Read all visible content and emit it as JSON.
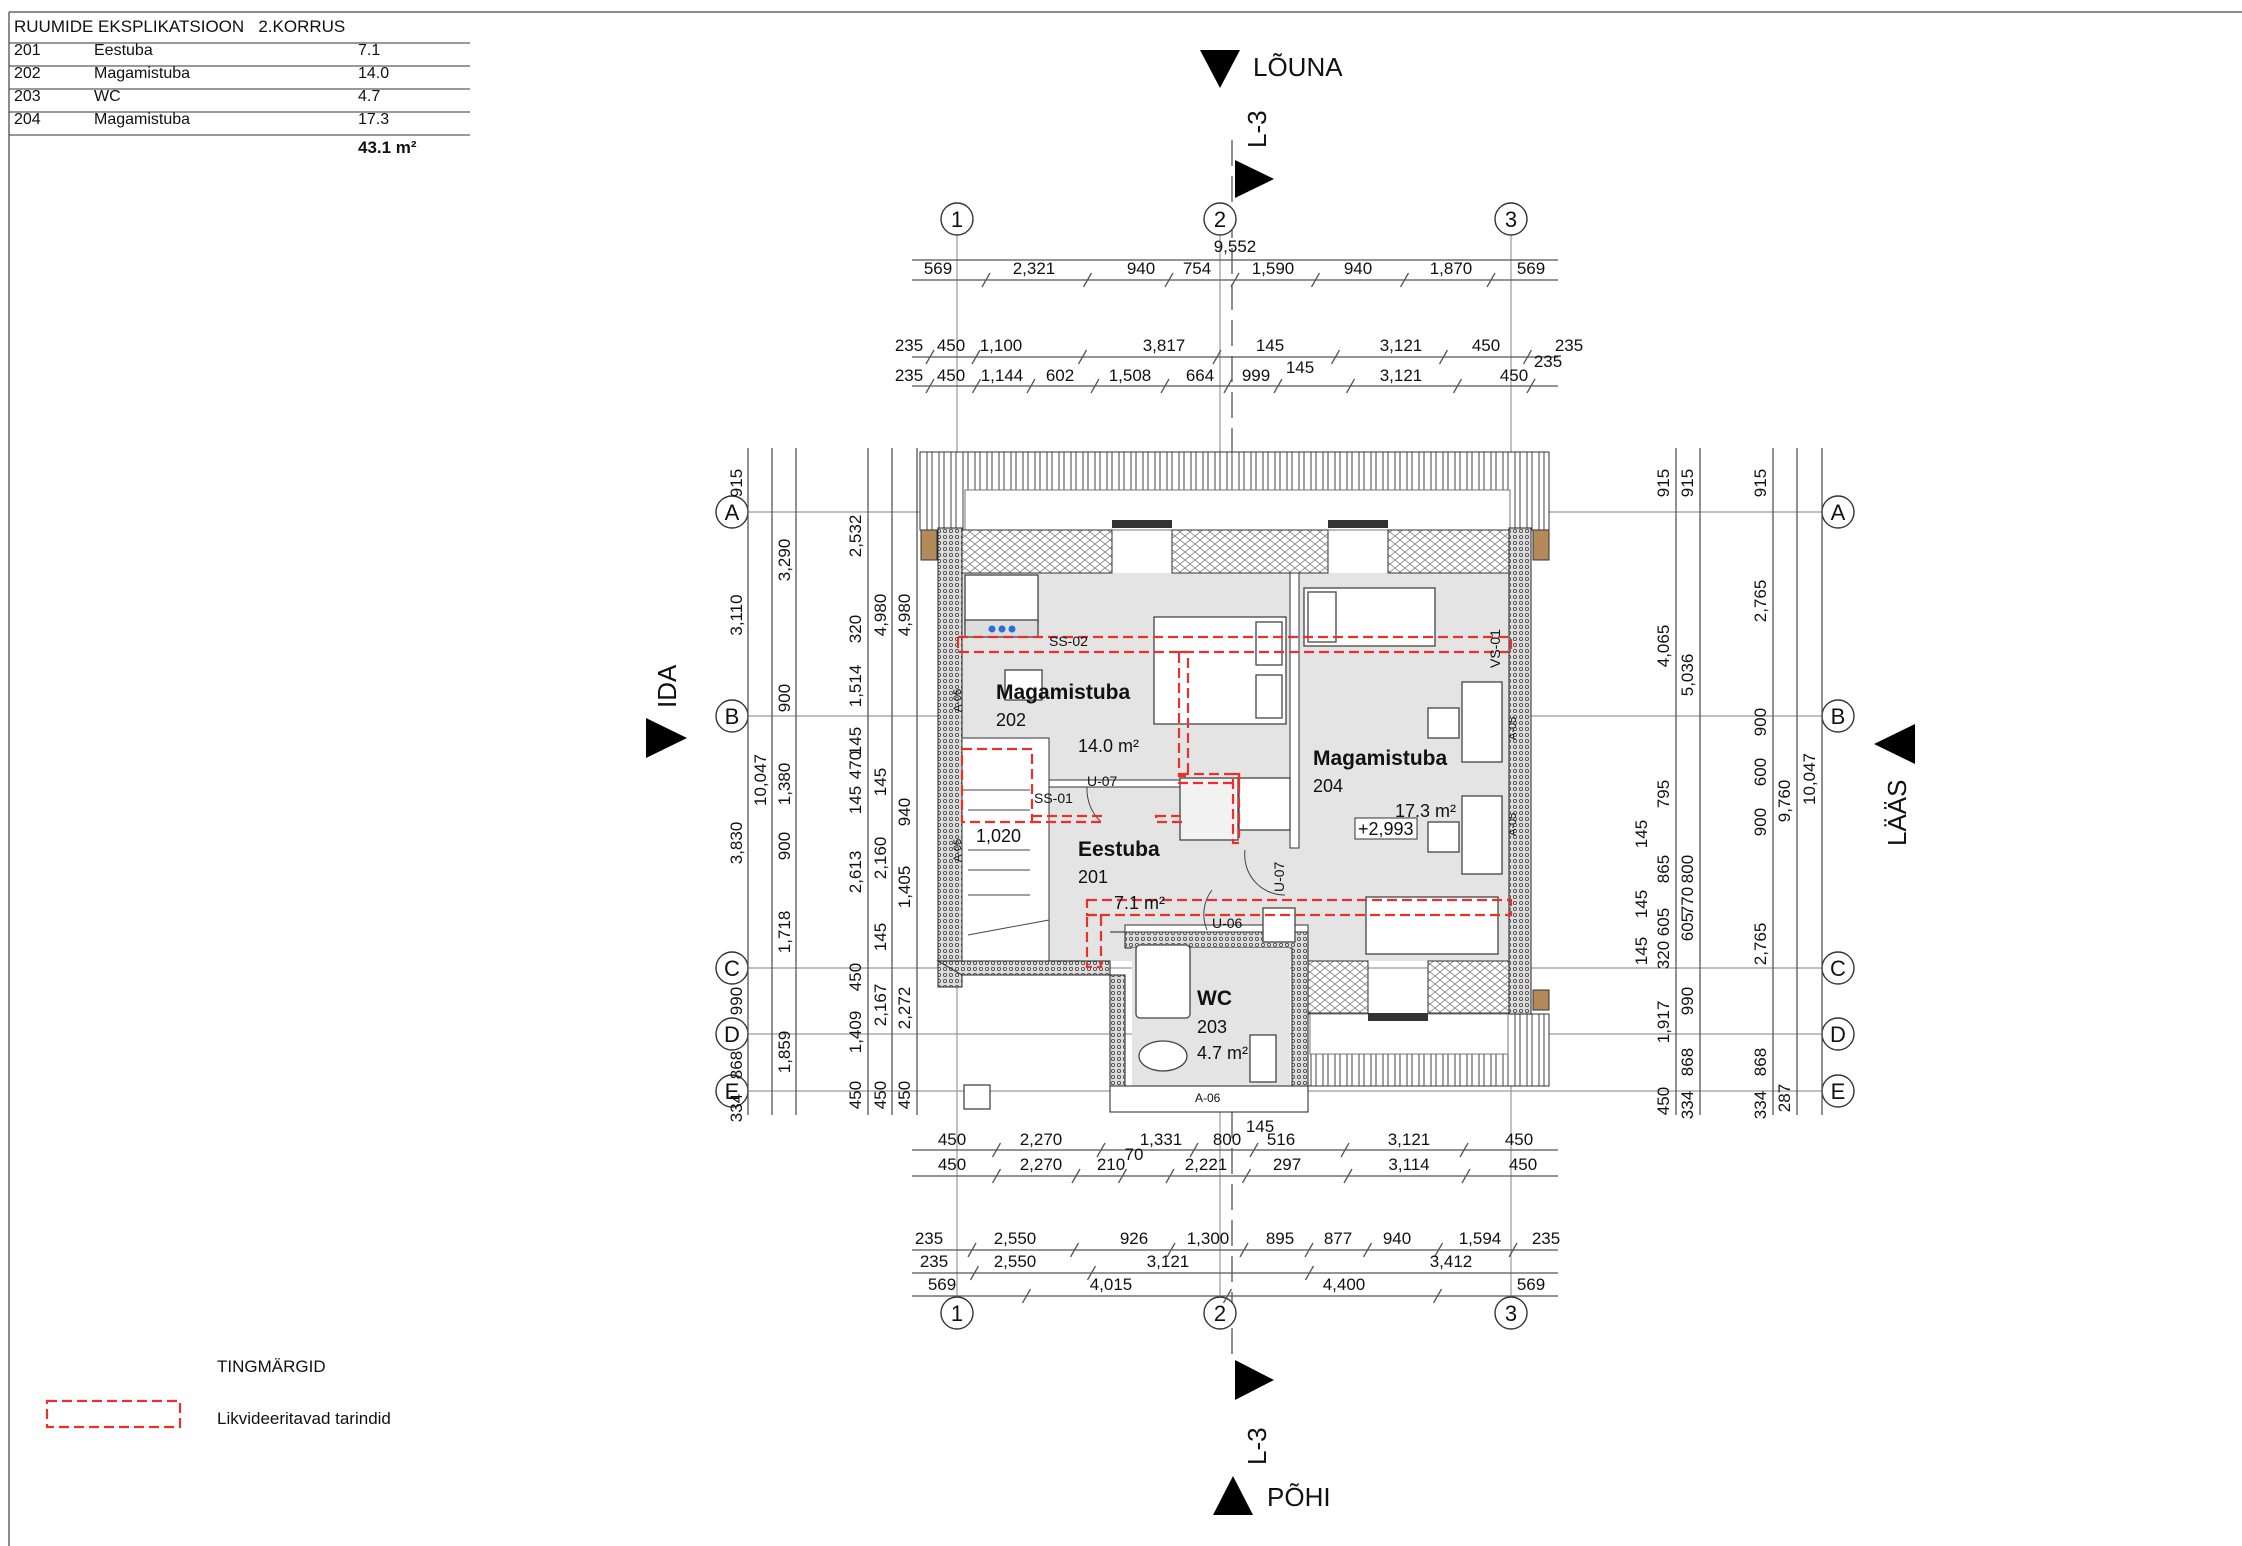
{
  "schedule": {
    "title": "RUUMIDE EKSPLIKATSIOON   2.KORRUS",
    "rows": [
      {
        "no": "201",
        "name": "Eestuba",
        "area": "7.1"
      },
      {
        "no": "202",
        "name": "Magamistuba",
        "area": "14.0"
      },
      {
        "no": "203",
        "name": "WC",
        "area": "4.7"
      },
      {
        "no": "204",
        "name": "Magamistuba",
        "area": "17.3"
      }
    ],
    "total": "43.1 m²"
  },
  "legend": {
    "title": "TINGMÄRGID",
    "items": [
      {
        "label": "Likvideeritavad tarindid",
        "color": "#e8312a"
      }
    ]
  },
  "directions": {
    "south": "LÕUNA",
    "north": "PÕHI",
    "east": "IDA",
    "west": "LÄÄS",
    "section_top": "L-3",
    "section_bottom": "L-3"
  },
  "grid": {
    "columns": [
      "1",
      "2",
      "3"
    ],
    "rows": [
      "A",
      "B",
      "C",
      "D",
      "E"
    ]
  },
  "rooms": [
    {
      "name": "Magamistuba",
      "no": "202",
      "area": "14.0 m²"
    },
    {
      "name": "Magamistuba",
      "no": "204",
      "area": "17.3 m²"
    },
    {
      "name": "Eestuba",
      "no": "201",
      "area": "7.1 m²"
    },
    {
      "name": "WC",
      "no": "203",
      "area": "4.7 m²"
    }
  ],
  "tags": {
    "ss02": "SS-02",
    "ss01": "SS-01",
    "u07a": "U-07",
    "u07b": "U-07",
    "u06": "U-06",
    "vs01": "VS-01",
    "a05a": "A-05",
    "a05b": "A-05",
    "a05c": "A-05",
    "a05d": "A-05",
    "a06": "A-06",
    "stair_width": "1,020",
    "elevation": "+2,993"
  },
  "dimensions": {
    "top": [
      [
        "9,552"
      ],
      [
        "569",
        "2,321",
        "940",
        "754",
        "1,590",
        "940",
        "1,870",
        "569"
      ],
      [
        "235",
        "450",
        "1,100",
        "3,817",
        "145",
        "3,121",
        "450",
        "235"
      ],
      [
        "235",
        "450",
        "1,144",
        "602",
        "1,508",
        "664",
        "999",
        "145",
        "3,121",
        "450",
        "235"
      ]
    ],
    "bottom_extra": "145",
    "bottom": [
      [
        "450",
        "2,270",
        "1,331",
        "800",
        "516",
        "3,121",
        "450"
      ],
      [
        "450",
        "2,270",
        "210",
        "70",
        "2,221",
        "297",
        "3,114",
        "450"
      ],
      [
        "235",
        "2,550",
        "926",
        "1,300",
        "895",
        "877",
        "940",
        "1,594",
        "235"
      ],
      [
        "235",
        "2,550",
        "3,121",
        "3,412"
      ],
      [
        "569",
        "4,015",
        "4,400",
        "569"
      ]
    ],
    "left": [
      [
        "915",
        "3,110",
        "3,830",
        "990",
        "868",
        "334"
      ],
      [
        "10,047"
      ],
      [
        "3,290",
        "900",
        "1,380",
        "900",
        "1,718",
        "1,859"
      ],
      [
        "2,532",
        "320",
        "1,514",
        "145",
        "470",
        "145",
        "2,613",
        "450",
        "1,409",
        "450"
      ],
      [
        "4,980",
        "145",
        "2,160",
        "145",
        "2,167",
        "450"
      ],
      [
        "4,980",
        "940",
        "1,405",
        "2,272",
        "450"
      ]
    ],
    "right": [
      [
        "145",
        "145",
        "145"
      ],
      [
        "915",
        "4,065",
        "795",
        "865",
        "605",
        "320",
        "1,917",
        "450"
      ],
      [
        "915",
        "5,036",
        "800",
        "770",
        "605",
        "990",
        "868",
        "334"
      ],
      [
        "915",
        "2,765",
        "900",
        "600",
        "900",
        "2,765",
        "868",
        "334"
      ],
      [
        "9,760",
        "287"
      ],
      [
        "10,047"
      ]
    ]
  }
}
